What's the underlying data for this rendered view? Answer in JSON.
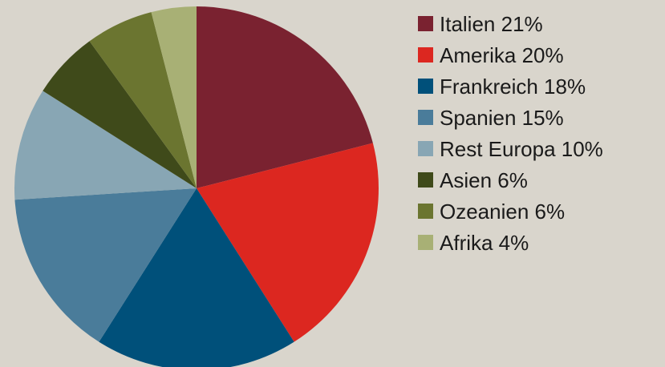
{
  "chart_data": {
    "type": "pie",
    "start_angle_deg": 0,
    "direction": "clockwise",
    "slices": [
      {
        "label": "Italien 21%",
        "value": 21,
        "color": "#7a2230"
      },
      {
        "label": "Amerika 20%",
        "value": 20,
        "color": "#dc2720"
      },
      {
        "label": "Frankreich 18%",
        "value": 18,
        "color": "#00507a"
      },
      {
        "label": "Spanien 15%",
        "value": 15,
        "color": "#4a7c9a"
      },
      {
        "label": "Rest Europa 10%",
        "value": 10,
        "color": "#88a6b4"
      },
      {
        "label": "Asien 6%",
        "value": 6,
        "color": "#3f4a1a"
      },
      {
        "label": "Ozeanien 6%",
        "value": 6,
        "color": "#6b7530"
      },
      {
        "label": "Afrika 4%",
        "value": 4,
        "color": "#a8b075"
      }
    ],
    "legend_position": "right"
  }
}
